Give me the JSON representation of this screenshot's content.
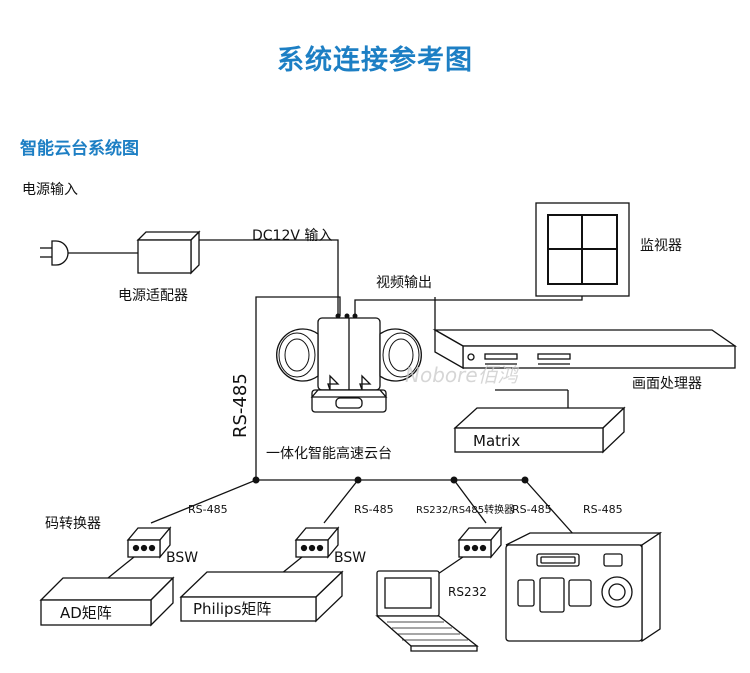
{
  "header": {
    "title": "系统连接参考图"
  },
  "section": {
    "title": "智能云台系统图"
  },
  "labels": {
    "power_input": "电源输入",
    "dc_input": "DC12V 输入",
    "adapter": "电源适配器",
    "video_output": "视频输出",
    "monitor": "监视器",
    "processor": "画面处理器",
    "matrix": "Matrix",
    "rs485_vertical": "RS-485",
    "ptz_camera": "一体化智能高速云台",
    "converter": "码转换器",
    "rs485_1": "RS-485",
    "rs485_2": "RS-485",
    "rs232_converter": "RS232/RS485转换器",
    "rs485_3": "RS-485",
    "rs485_4": "RS-485",
    "bsw_1": "BSW",
    "bsw_2": "BSW",
    "ad_matrix": "AD矩阵",
    "philips_matrix": "Philips矩阵",
    "rs232": "RS232",
    "watermark": "Nobore佰鸿"
  },
  "colors": {
    "accent": "#1d7fc4",
    "line": "#111111"
  }
}
